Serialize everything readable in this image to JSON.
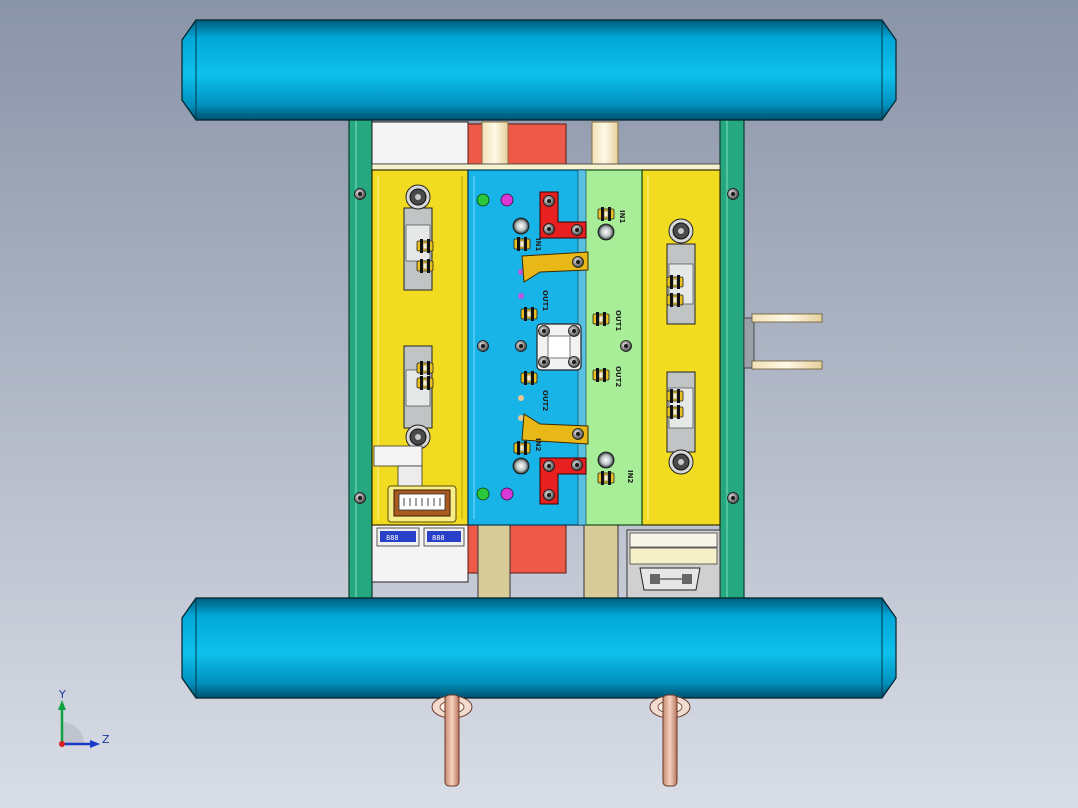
{
  "viewport": {
    "background_top": "#8a94a8",
    "background_bottom": "#d9dde6"
  },
  "colors": {
    "cylinder": "#00a8d8",
    "frame_green": "#25a880",
    "a_plate_yellow": "#f2dc22",
    "cavity_blue": "#18b4e8",
    "core_green": "#a8ee98",
    "accent_red": "#e82020",
    "slider_orange": "#e8b818",
    "salmon_block": "#ee5a4a"
  },
  "labels": {
    "in1": "IN1",
    "in1_left": "IN1",
    "in2": "IN2",
    "in2_left": "IN2",
    "out1": "OUT1",
    "out1_left": "OUT1",
    "out2": "OUT2",
    "out2_left": "OUT2"
  },
  "sticker": {
    "left": "888",
    "right": "888"
  },
  "triad": {
    "y_label": "Y",
    "z_label": "Z"
  }
}
